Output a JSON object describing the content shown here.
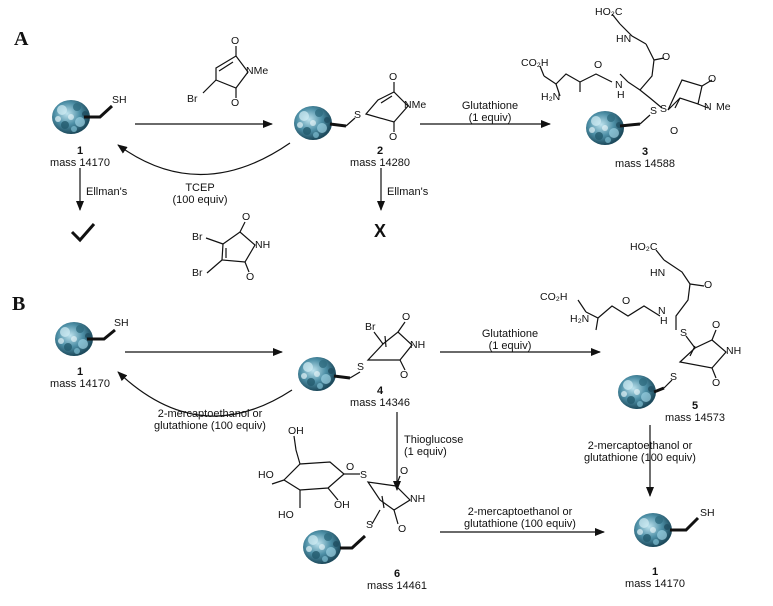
{
  "panels": [
    "A",
    "B"
  ],
  "compounds": {
    "c1": {
      "number": "1",
      "mass": "mass 14170"
    },
    "c2": {
      "number": "2",
      "mass": "mass 14280"
    },
    "c3": {
      "number": "3",
      "mass": "mass 14588"
    },
    "c4": {
      "number": "4",
      "mass": "mass 14346"
    },
    "c5": {
      "number": "5",
      "mass": "mass 14573"
    },
    "c6": {
      "number": "6",
      "mass": "mass 14461"
    }
  },
  "reagents": {
    "glutathione_1": [
      "Glutathione",
      "(1 equiv)"
    ],
    "tcep": [
      "TCEP",
      "(100 equiv)"
    ],
    "ellmans": "Ellman's",
    "thioglucose": [
      "Thioglucose",
      "(1 equiv)"
    ],
    "mercapto_100": [
      "2-mercaptoethanol or",
      "glutathione (100 equiv)"
    ]
  },
  "results": {
    "positive": "✓",
    "negative": "X"
  },
  "atoms": {
    "SH": "SH",
    "S": "S",
    "Br": "Br",
    "NMe": "NMe",
    "NH": "NH",
    "N": "N",
    "Me": "Me",
    "O": "O",
    "HO2C": "HO₂C",
    "CO2H": "CO₂H",
    "H2N": "H₂N",
    "HN": "HN",
    "H": "H",
    "OH": "OH",
    "HO": "HO"
  }
}
